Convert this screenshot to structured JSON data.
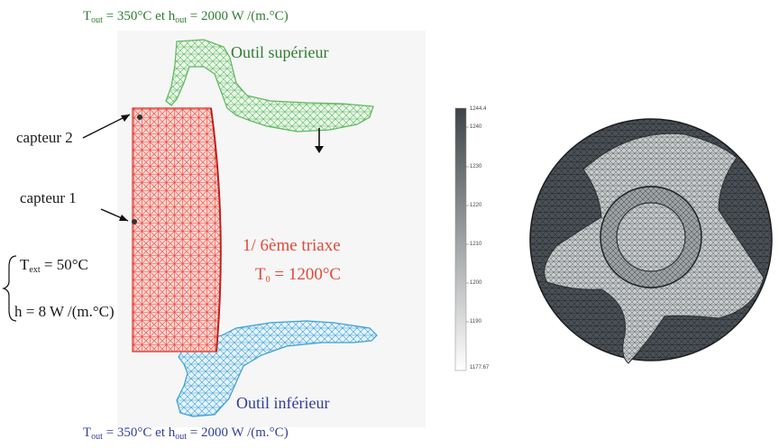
{
  "top_boundary": {
    "prefix": "T",
    "sub1": "out",
    "mid": " = 350°C  et  h",
    "sub2": "out",
    "suffix": " = 2000 W /(m.°C)"
  },
  "bottom_boundary": {
    "prefix": "T",
    "sub1": "out",
    "mid": " = 350°C  et  h",
    "sub2": "out",
    "suffix": " = 2000 W /(m.°C)"
  },
  "upper_tool_label": "Outil supérieur",
  "lower_tool_label": "Outil inférieur",
  "sensor2_label": "capteur 2",
  "sensor1_label": "capteur 1",
  "part_label": "1/ 6ème triaxe",
  "initial_temp": {
    "prefix": "T",
    "sub": "0",
    "suffix": " = 1200°C"
  },
  "ext_temp": {
    "prefix": "T",
    "sub": "ext",
    "suffix": " = 50°C"
  },
  "ext_h": "h = 8 W /(m.°C)",
  "colorbar": {
    "max_label": "1244.4",
    "min_label": "1177.67",
    "ticks": [
      "1240",
      "1230",
      "1220",
      "1210",
      "1200",
      "1190"
    ]
  },
  "colors": {
    "upper_tool": "#5cb85c",
    "lower_tool": "#3aa0d8",
    "part": "#e8453c",
    "text_green": "#2e7d32",
    "text_blue": "#2f3f9a",
    "text_red": "#e24a3a"
  }
}
